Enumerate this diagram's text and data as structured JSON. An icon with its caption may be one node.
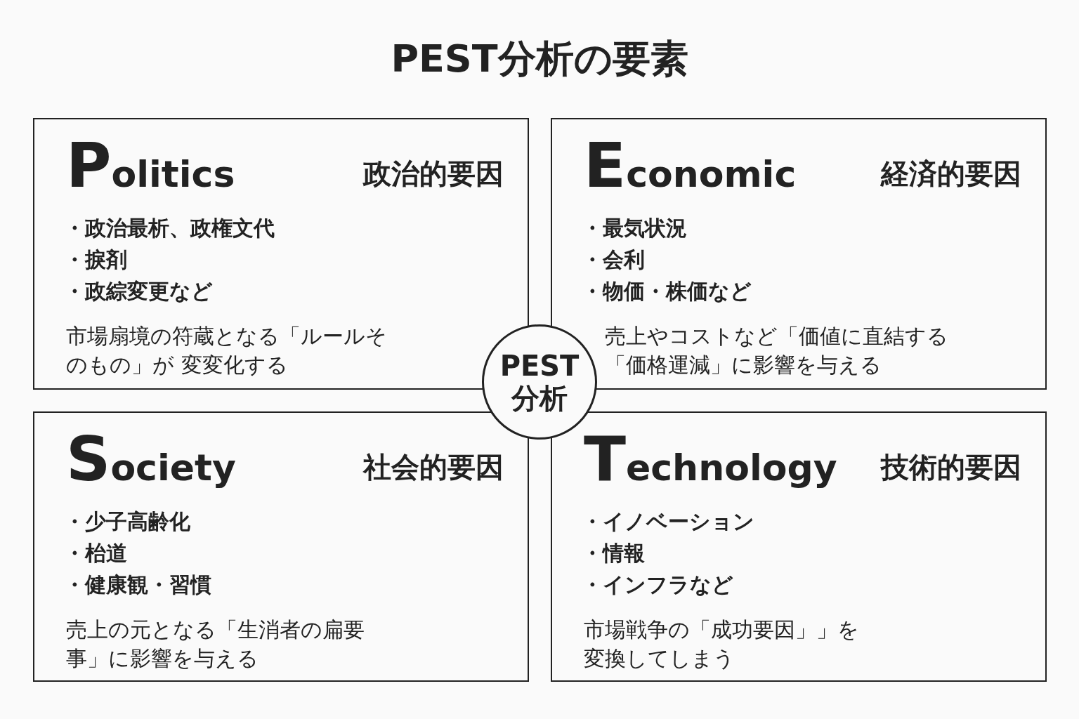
{
  "diagram": {
    "title": "PEST分析の要素",
    "nodes": [
      {
        "text": [
          "Politics",
          "政治的要因",
          "・政治最析、政権文代",
          "・捩剤",
          "・政綜変更など",
          "市場扇境の符蔵となる「ルールそのもの」が 変変化する"
        ]
      },
      {
        "text": [
          "Economic",
          "経済的要因",
          "・最気状況",
          "・会利",
          "・物価・株価など",
          "売上やコストなど「価値に直結する「価格運減」に影響を与える"
        ]
      },
      {
        "text": [
          "Society",
          "社会的要因",
          "・少子高齢化",
          "・枱道",
          "・健康観・習慣",
          "売上の元となる「生消者の扁要事」に影響を与える"
        ]
      },
      {
        "text": [
          "Technology",
          "技術的要因",
          "・イノベーション",
          "・情報",
          "・インフラなど",
          "市場戦争の「成功要因」」を変換してしまう"
        ]
      },
      {
        "text": [
          "PEST分析"
        ]
      }
    ]
  }
}
